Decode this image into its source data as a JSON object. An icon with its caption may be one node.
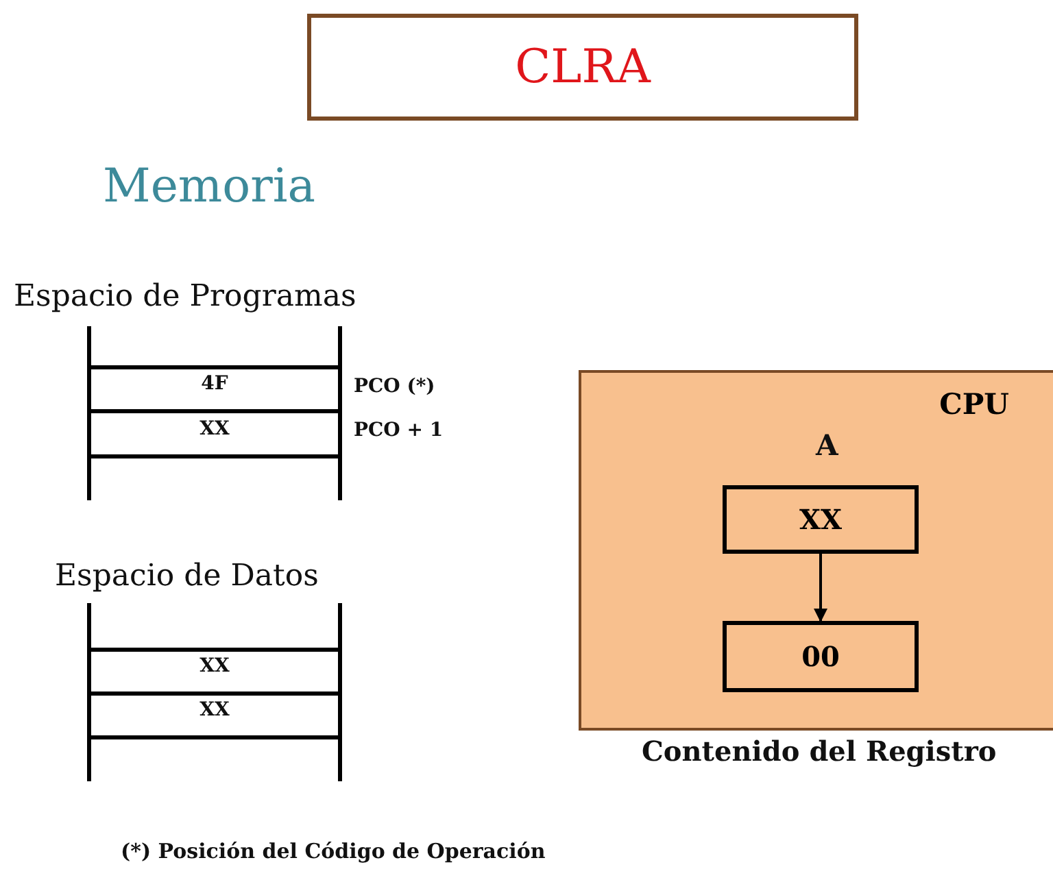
{
  "diagram": {
    "nodes": [
      {
        "text": [
          "CLRA"
        ]
      },
      {
        "text": [
          "CPU"
        ],
        "beside": [
          "Contenido del Registro"
        ]
      },
      {
        "text": [
          "XX"
        ],
        "in": 1,
        "beside": [
          "A"
        ]
      },
      {
        "text": [
          "00"
        ],
        "in": 1
      }
    ],
    "edges": [
      {
        "from": 2,
        "to": 3,
        "arrow": "to"
      }
    ],
    "labels": [
      "Memoria",
      "Espacio de Programas",
      "4F",
      "PCO (*)",
      "XX",
      "PCO + 1",
      "Espacio de Datos",
      "XX",
      "XX",
      "(*) Posición del Código de Operación"
    ]
  }
}
